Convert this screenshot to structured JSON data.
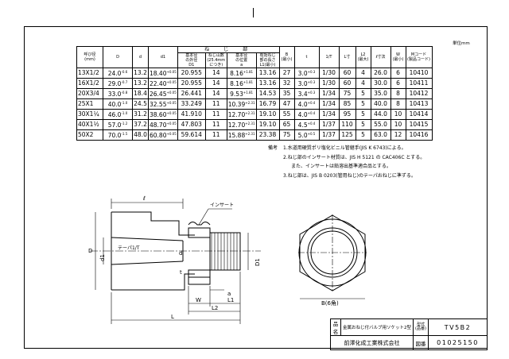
{
  "header": {
    "unit": "単位mm"
  },
  "table": {
    "headers": {
      "size": [
        "呼び径",
        "(mm)"
      ],
      "D": "D",
      "d": "d",
      "d1": "d1",
      "thread_group": "ね　じ　部",
      "d1_base": [
        "基本径",
        "の外径",
        "D1"
      ],
      "threads": [
        "ねじ山数",
        "(25.4mm",
        "につき)"
      ],
      "a_pos": [
        "基本径",
        "の位置",
        "a"
      ],
      "l1": [
        "有効ねじ",
        "部の長さ",
        "L1(最小)"
      ],
      "B": [
        "B",
        "(最小)"
      ],
      "t": "t",
      "taper": "1/T",
      "L": "L寸",
      "L2": [
        "L2",
        "(最大)"
      ],
      "e": "ℓ寸法",
      "W": [
        "W",
        "(最小)"
      ],
      "mcode": [
        "Mコード",
        "(製品コード)"
      ]
    },
    "rows": [
      [
        "13X1/2",
        "24.0",
        "-0.6",
        "13.2",
        "18.40",
        "+0.05",
        "20.955",
        "14",
        "8.16",
        "+1.81",
        "13.16",
        "27",
        "3.0",
        "+0.3",
        "1/30",
        "60",
        "4",
        "26.0",
        "6",
        "10410"
      ],
      [
        "16X1/2",
        "29.0",
        "-0.7",
        "13.2",
        "22.40",
        "+0.05",
        "20.955",
        "14",
        "8.16",
        "+1.81",
        "13.16",
        "32",
        "3.0",
        "+0.3",
        "1/30",
        "60",
        "4",
        "30.0",
        "6",
        "10411"
      ],
      [
        "20X3/4",
        "33.0",
        "-0.8",
        "18.4",
        "26.45",
        "+0.05",
        "26.441",
        "14",
        "9.53",
        "+1.81",
        "14.53",
        "35",
        "3.4",
        "+0.3",
        "1/34",
        "75",
        "5",
        "35.0",
        "8",
        "10412"
      ],
      [
        "25X1",
        "40.0",
        "-1.0",
        "24.5",
        "32.55",
        "+0.05",
        "33.249",
        "11",
        "10.39",
        "+2.31",
        "16.79",
        "47",
        "4.0",
        "+0.4",
        "1/34",
        "85",
        "5",
        "40.0",
        "8",
        "10413"
      ],
      [
        "30X1¼",
        "46.0",
        "-1.0",
        "31.2",
        "38.60",
        "+0.05",
        "41.910",
        "11",
        "12.70",
        "+2.31",
        "19.10",
        "55",
        "4.0",
        "+0.4",
        "1/34",
        "95",
        "5",
        "44.0",
        "10",
        "10414"
      ],
      [
        "40X1½",
        "57.0",
        "-1.2",
        "37.2",
        "48.70",
        "+0.05",
        "47.803",
        "11",
        "12.70",
        "+2.31",
        "19.10",
        "65",
        "4.5",
        "+0.4",
        "1/37",
        "110",
        "5",
        "55.0",
        "10",
        "10415"
      ],
      [
        "50X2",
        "70.0",
        "-1.5",
        "48.0",
        "60.80",
        "+0.05",
        "59.614",
        "11",
        "15.88",
        "+2.31",
        "23.38",
        "75",
        "5.0",
        "+0.5",
        "1/37",
        "125",
        "5",
        "63.0",
        "12",
        "10416"
      ]
    ]
  },
  "notes": {
    "label": "備考",
    "items": [
      "1.水道用硬質ポリ塩化ビニル管継手(JIS K 6743)による。",
      "2.ねじ部のインサート材質は、JIS H 5121 の CAC406C とする。",
      "また、インサートは鉛溶出基準適合品とする。",
      "3.ねじ部は、JIS B 0203(管用ねじ)のテーパおねじに準ずる。"
    ]
  },
  "drawing": {
    "insert_label": "インサート",
    "taper_label": "テーパ1/T",
    "dims": {
      "l": "ℓ",
      "D": "D",
      "d1": "d1",
      "d": "d",
      "t": "t",
      "D1": "D1",
      "W": "W",
      "a": "a",
      "L1": "L1",
      "L2": "L2",
      "L": "L",
      "B": "B(6角)"
    }
  },
  "titleblock": {
    "name_label": "品名",
    "name": "金属おねじ付バルブ用ソケット2型",
    "model_label": [
      "型式",
      "(品番)"
    ],
    "model": "TV5B2",
    "company": "前澤化成工業株式会社",
    "drawing_label": "図番",
    "drawing_no": "01025150"
  }
}
